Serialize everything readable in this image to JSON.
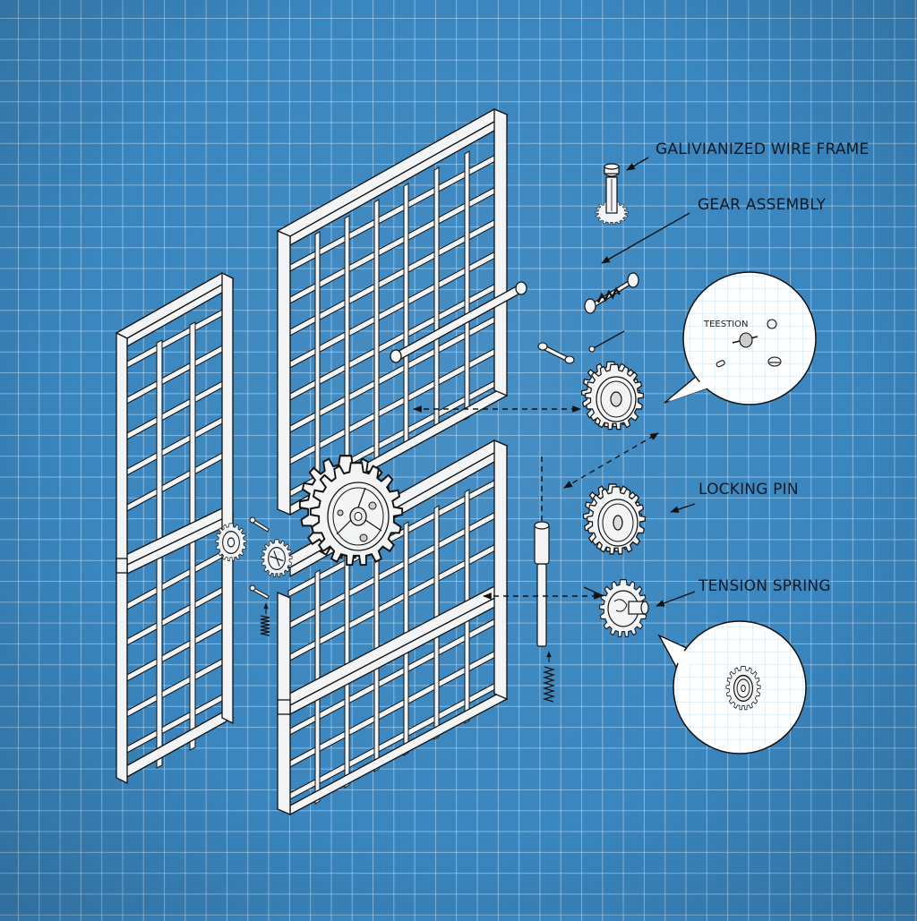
{
  "diagram": {
    "type": "exploded-isometric-blueprint",
    "background_color": "#3a86bf",
    "grid_color": "#c8e1f5",
    "line_color": "#111111",
    "part_fill": "#f2f4f5"
  },
  "labels": {
    "wire_frame": "GALIVIANIZED WIRE FRAME",
    "gear_assembly": "GEAR ASSEMBLY",
    "locking_pin": "LOCKING PIN",
    "tension_spring": "TENSION SPRING"
  },
  "callouts": {
    "detail_top": {
      "text": "TEESTION"
    },
    "detail_bottom": {
      "text": ""
    }
  },
  "parts": [
    {
      "id": "left-frame-panel",
      "name": "Left wire frame panel"
    },
    {
      "id": "upper-center-frame-panel",
      "name": "Upper center wire frame panel"
    },
    {
      "id": "lower-center-frame-panel",
      "name": "Lower center wire frame panel"
    },
    {
      "id": "large-central-gear",
      "name": "Large central gear"
    },
    {
      "id": "small-hinge-gear-left",
      "name": "Small hinge gear (left)"
    },
    {
      "id": "small-hinge-gear-right",
      "name": "Small hinge gear (right)"
    },
    {
      "id": "cross-rod",
      "name": "Cross rod"
    },
    {
      "id": "gear-shaft",
      "name": "Gear with shaft"
    },
    {
      "id": "spring-bolt",
      "name": "Spring bolt"
    },
    {
      "id": "upper-right-gear",
      "name": "Upper right gear"
    },
    {
      "id": "middle-right-gear",
      "name": "Middle right gear"
    },
    {
      "id": "tension-spring-gear",
      "name": "Tension spring gear"
    },
    {
      "id": "locking-pin-rod",
      "name": "Locking pin rod"
    },
    {
      "id": "coil-springs",
      "name": "Coil springs"
    }
  ]
}
